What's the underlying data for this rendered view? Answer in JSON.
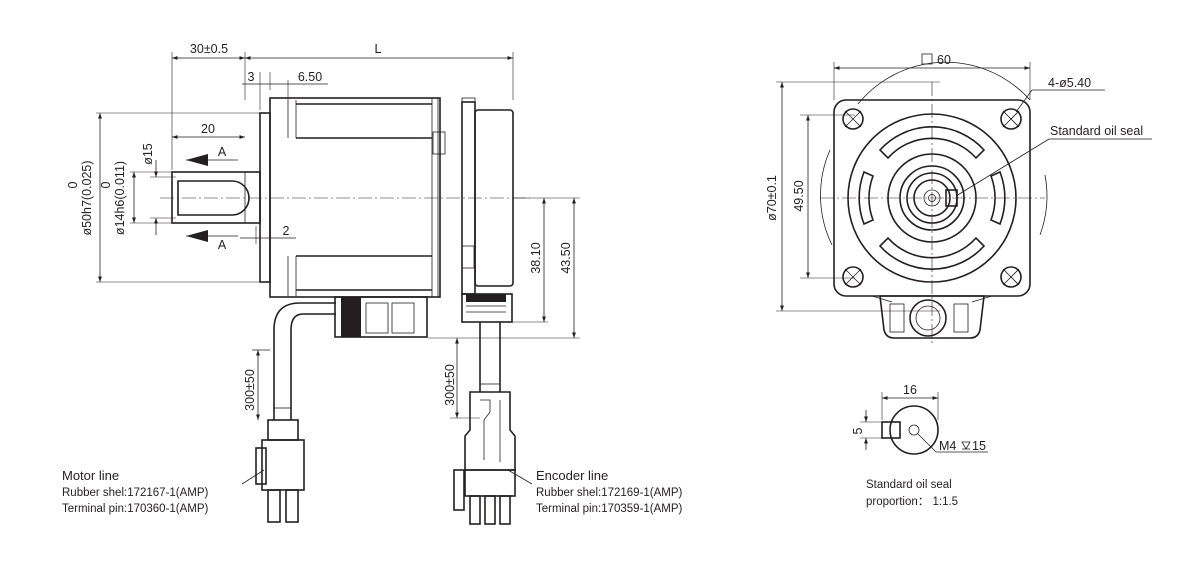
{
  "side_view": {
    "dim_shaft_len": "30±0.5",
    "dim_body_len": "L",
    "dim_flange_3": "3",
    "dim_spigot": "6.50",
    "dim_key_len": "20",
    "dim_key_width": "ø15",
    "section_mark": "A",
    "dim_2": "2",
    "dim_flange_dia_zero": "0",
    "dim_flange_dia": "ø50h7(0.025)",
    "dim_shaft_dia_zero": "0",
    "dim_shaft_dia": "ø14h6(0.011)",
    "dim_38": "38.10",
    "dim_43": "43.50",
    "cable_len_motor": "300±50",
    "cable_len_encoder": "300±50"
  },
  "front_view": {
    "dim_square": "60",
    "dim_holes": "4-ø5.40",
    "oil_seal_label": "Standard oil seal",
    "dim_pcd": "ø70±0.1",
    "dim_49": "49.50"
  },
  "seal_detail": {
    "dim_16": "16",
    "dim_5": "5",
    "dim_thread": "M4",
    "dim_depth": "15",
    "caption_line1": "Standard oil seal",
    "caption_line2": "proportion： 1:1.5"
  },
  "motor_line": {
    "title": "Motor line",
    "rubber_shell": "Rubber shel:172167-1(AMP)",
    "terminal_pin": "Terminal pin:170360-1(AMP)"
  },
  "encoder_line": {
    "title": "Encoder line",
    "rubber_shell": "Rubber shel:172169-1(AMP)",
    "terminal_pin": "Terminal pin:170359-1(AMP)"
  }
}
